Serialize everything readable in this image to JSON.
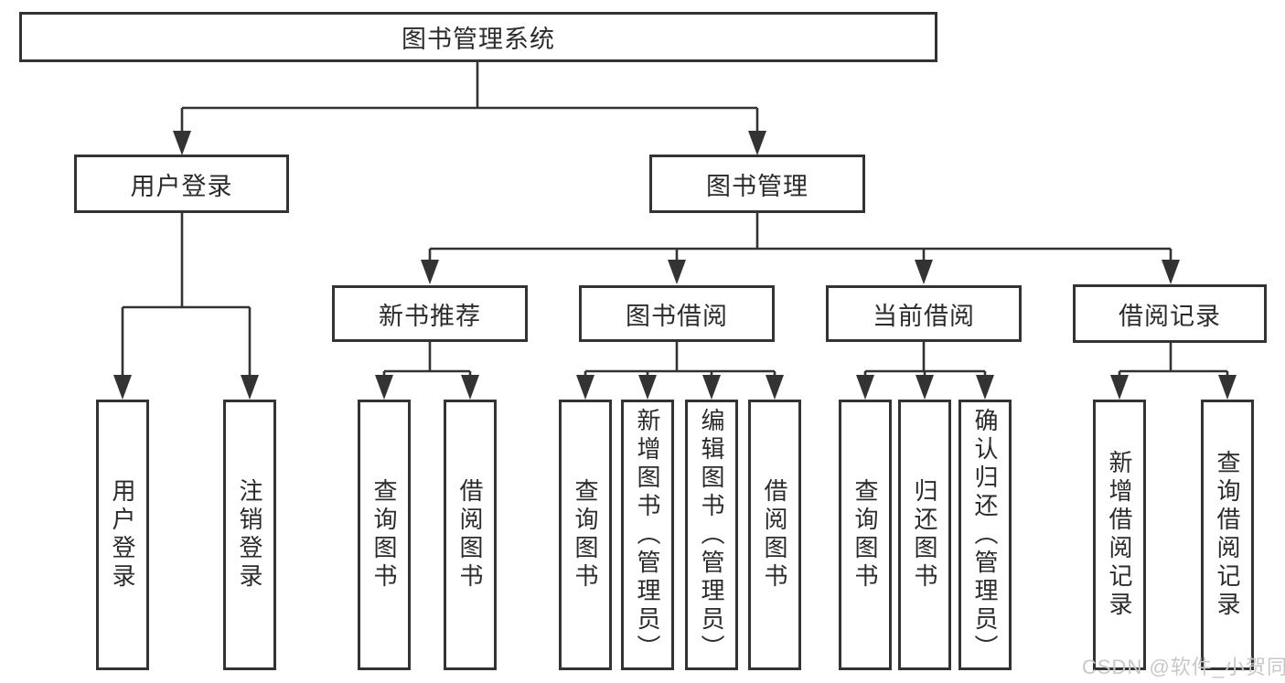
{
  "tree": {
    "label": "图书管理系统",
    "children": [
      {
        "label": "用户登录",
        "children": [
          {
            "label": "用户登录"
          },
          {
            "label": "注销登录"
          }
        ]
      },
      {
        "label": "图书管理",
        "children": [
          {
            "label": "新书推荐",
            "children": [
              {
                "label": "查询图书"
              },
              {
                "label": "借阅图书"
              }
            ]
          },
          {
            "label": "图书借阅",
            "children": [
              {
                "label": "查询图书"
              },
              {
                "label": "新增图书（管理员）"
              },
              {
                "label": "编辑图书（管理员）"
              },
              {
                "label": "借阅图书"
              }
            ]
          },
          {
            "label": "当前借阅",
            "children": [
              {
                "label": "查询图书"
              },
              {
                "label": "归还图书"
              },
              {
                "label": "确认归还（管理员）"
              }
            ]
          },
          {
            "label": "借阅记录",
            "children": [
              {
                "label": "新增借阅记录"
              },
              {
                "label": "查询借阅记录"
              }
            ]
          }
        ]
      }
    ]
  },
  "watermark": "CSDN @软件_小贺同学",
  "colors": {
    "line": "#333333",
    "text": "#2b2b2b",
    "background": "#ffffff",
    "watermark": "#c8c8c8"
  }
}
